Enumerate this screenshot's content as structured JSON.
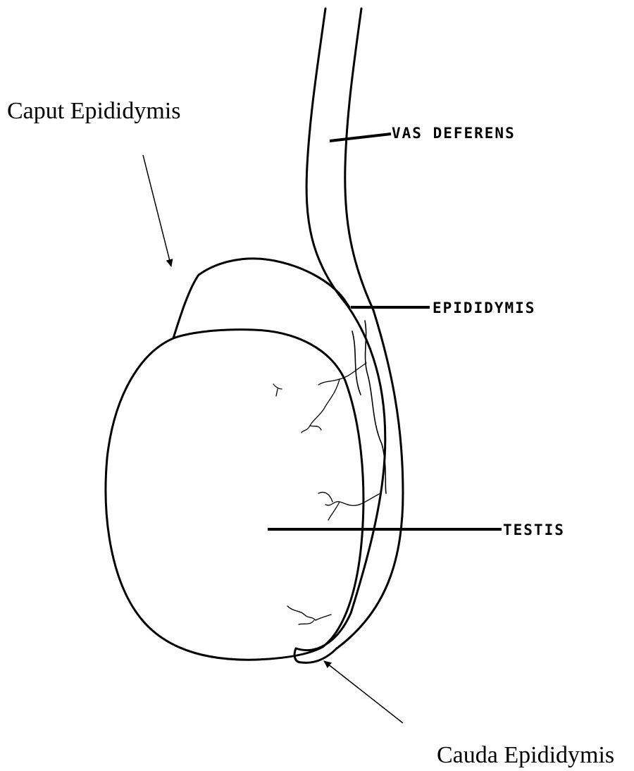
{
  "labels": {
    "caput": "Caput Epididymis",
    "cauda": "Cauda Epididymis",
    "vas_deferens": "VAS DEFERENS",
    "epididymis": "EPIDIDYMIS",
    "testis": "TESTIS"
  },
  "colors": {
    "line": "#000000",
    "background": "#ffffff"
  }
}
